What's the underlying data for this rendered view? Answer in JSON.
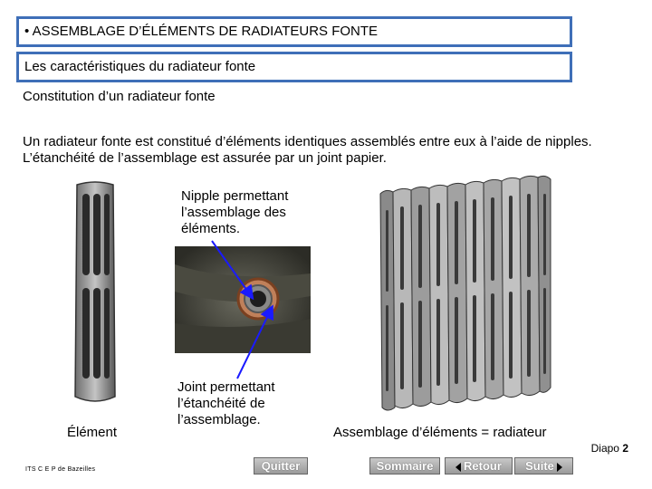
{
  "header": {
    "title": "• ASSEMBLAGE D’ÉLÉMENTS DE RADIATEURS FONTE",
    "section": "Les caractéristiques du radiateur fonte"
  },
  "content": {
    "subtitle": "Constitution d’un radiateur fonte",
    "paragraph": "Un radiateur fonte est constitué d’éléments identiques assemblés entre eux à l’aide de nipples. L’étanchéité de l’assemblage est assurée par un joint papier.",
    "nipple_note": "Nipple permettant l’assemblage des éléments.",
    "joint_note": "Joint permettant l’étanchéité de l’assemblage.",
    "label_element": "Élément",
    "label_assembly": "Assemblage d’éléments = radiateur"
  },
  "footer": {
    "slide_label": "Diapo",
    "slide_number": "2",
    "school": "ITS C E P de Bazeilles",
    "quit": "Quitter",
    "summary": "Sommaire",
    "back": "Retour",
    "next": "Suite"
  },
  "colors": {
    "header_border": "#3f6fb8",
    "arrow": "#1a1aff"
  }
}
